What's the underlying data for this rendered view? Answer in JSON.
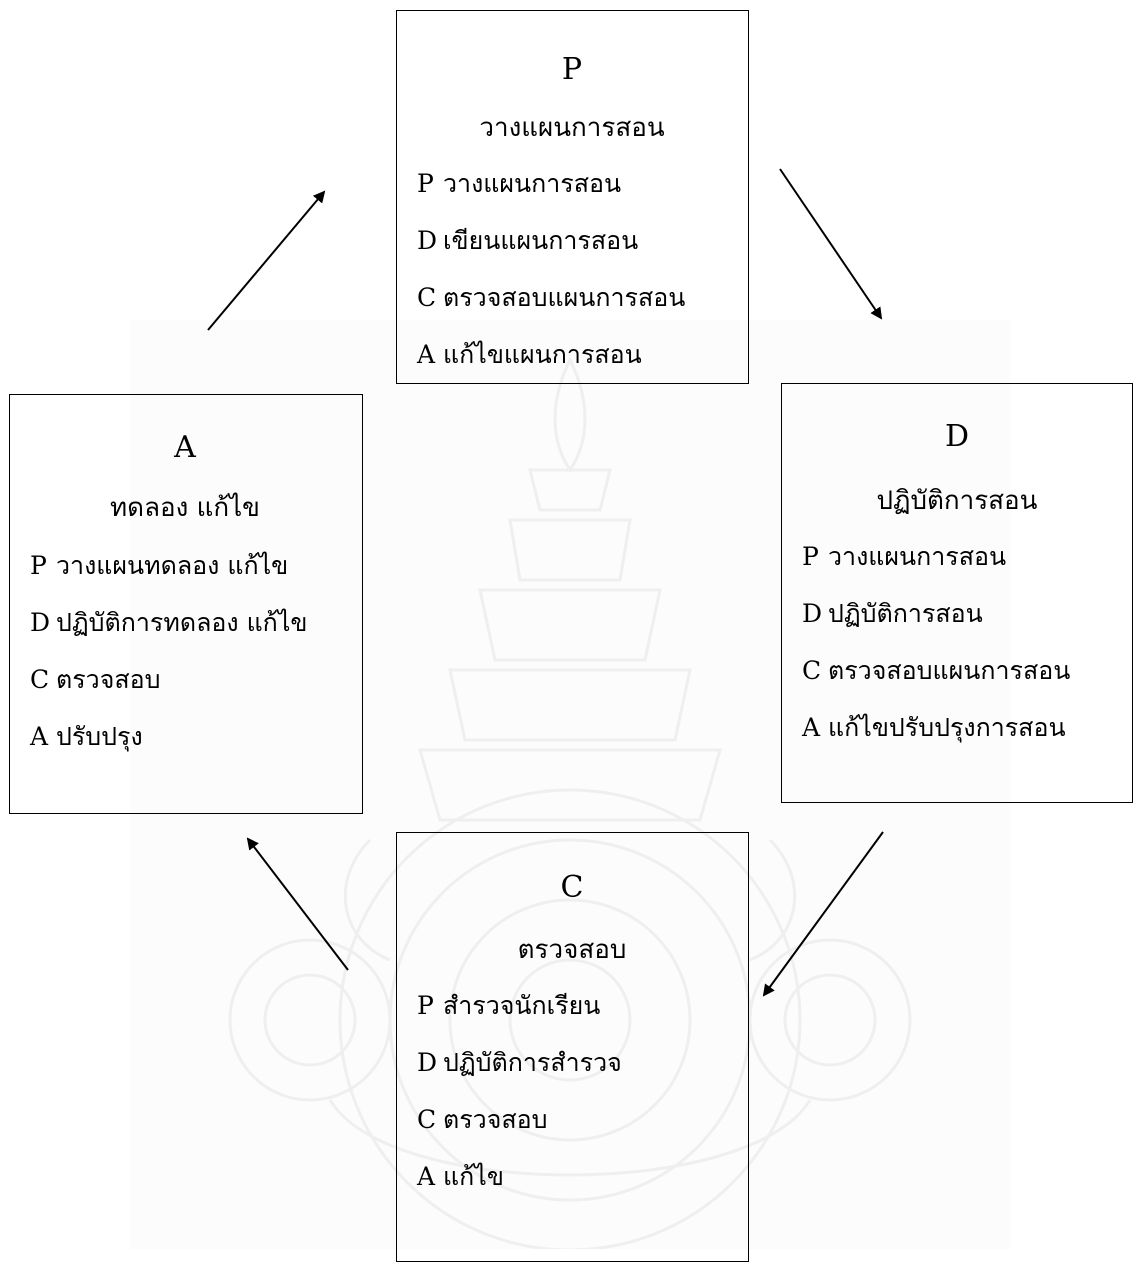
{
  "boxes": {
    "p": {
      "letter": "P",
      "heading": "วางแผนการสอน",
      "items": [
        {
          "key": "P",
          "text": "วางแผนการสอน"
        },
        {
          "key": "D",
          "text": "เขียนแผนการสอน"
        },
        {
          "key": "C",
          "text": "ตรวจสอบแผนการสอน"
        },
        {
          "key": "A",
          "text": "แก้ไขแผนการสอน"
        }
      ]
    },
    "d": {
      "letter": "D",
      "heading": "ปฏิบัติการสอน",
      "items": [
        {
          "key": "P",
          "text": "วางแผนการสอน"
        },
        {
          "key": "D",
          "text": "ปฏิบัติการสอน"
        },
        {
          "key": "C",
          "text": "ตรวจสอบแผนการสอน"
        },
        {
          "key": "A",
          "text": "แก้ไขปรับปรุงการสอน"
        }
      ]
    },
    "c": {
      "letter": "C",
      "heading": "ตรวจสอบ",
      "items": [
        {
          "key": "P",
          "text": "สำรวจนักเรียน"
        },
        {
          "key": "D",
          "text": "ปฏิบัติการสำรวจ"
        },
        {
          "key": "C",
          "text": "ตรวจสอบ"
        },
        {
          "key": "A",
          "text": "แก้ไข"
        }
      ]
    },
    "a": {
      "letter": "A",
      "heading": "ทดลอง แก้ไข",
      "items": [
        {
          "key": "P",
          "text": "วางแผนทดลอง แก้ไข"
        },
        {
          "key": "D",
          "text": "ปฏิบัติการทดลอง แก้ไข"
        },
        {
          "key": "C",
          "text": "ตรวจสอบ"
        },
        {
          "key": "A",
          "text": "ปรับปรุง"
        }
      ]
    }
  },
  "colors": {
    "line": "#000000",
    "watermark": "#e6e6e6"
  }
}
